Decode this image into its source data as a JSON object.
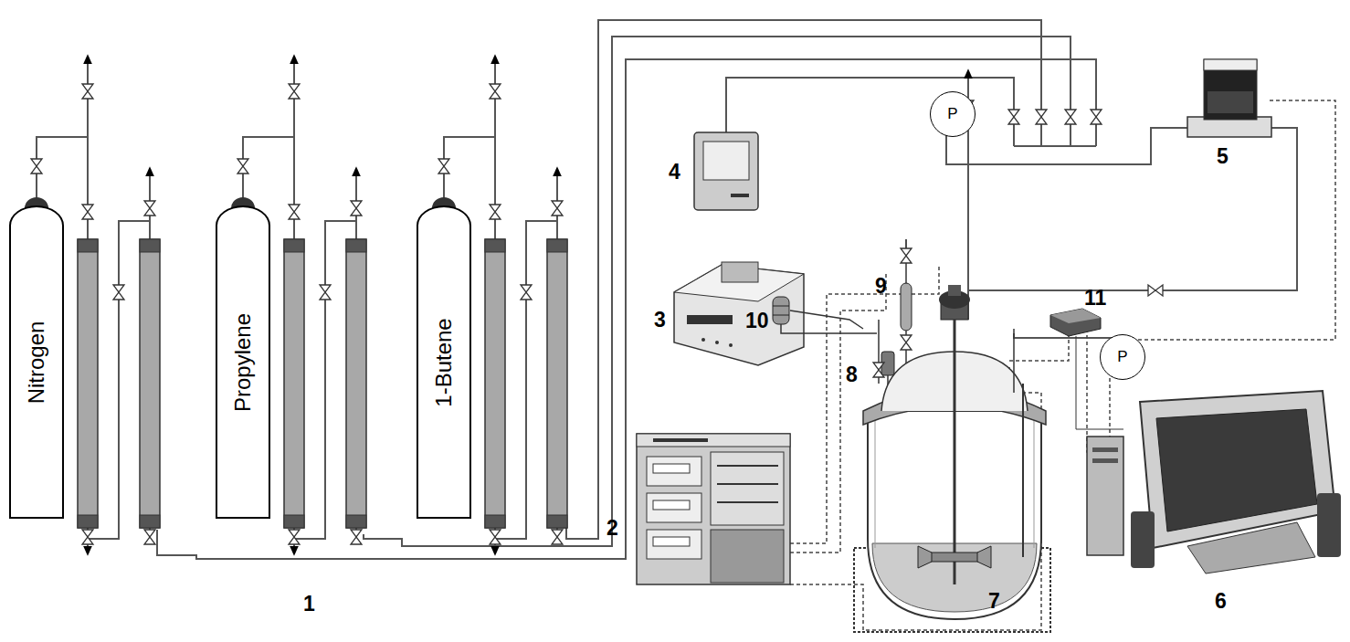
{
  "diagram": {
    "nodes": [
      {
        "text": [
          "Nitrogen"
        ]
      },
      {
        "text": [
          "Propylene"
        ]
      },
      {
        "text": [
          "1-Butene"
        ]
      },
      {
        "text": [
          "P"
        ]
      },
      {
        "text": [
          "P"
        ]
      }
    ],
    "labels": [
      "1",
      "2",
      "3",
      "4",
      "5",
      "6",
      "7",
      "8",
      "9",
      "10",
      "11"
    ]
  }
}
